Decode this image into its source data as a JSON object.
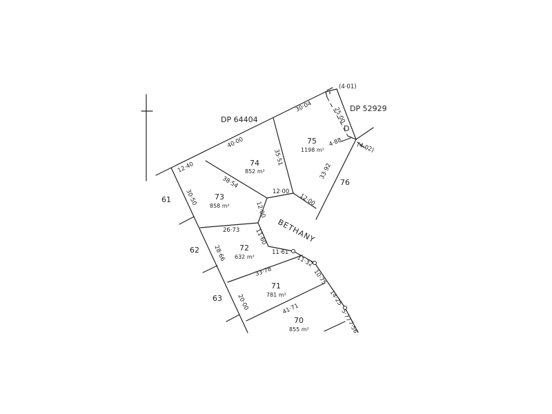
{
  "plans": {
    "north": "DP 64404",
    "east": "DP 52929"
  },
  "road": "BETHANY",
  "lots": [
    {
      "number": "75",
      "area": "1198 m²"
    },
    {
      "number": "74",
      "area": "852 m²"
    },
    {
      "number": "73",
      "area": "858 m²"
    },
    {
      "number": "72",
      "area": "632 m²"
    },
    {
      "number": "71",
      "area": "781 m²"
    },
    {
      "number": "70",
      "area": "855 m²"
    }
  ],
  "adjacent_lots": [
    "76",
    "61",
    "62",
    "63"
  ],
  "easement": "D",
  "dimensions": {
    "d30_04": "30·04",
    "d40_00": "40·00",
    "d12_40": "12·40",
    "d35_51": "35·51",
    "d25_00": "25·00",
    "d4_01": "(4·01)",
    "d4_88": "4·88",
    "d4_02": "(4·02)",
    "d33_92": "33·92",
    "d38_54": "38·54",
    "d12_00a": "12·00",
    "d12_00b": "12·00",
    "d12_00c": "12·00",
    "d30_50": "30·50",
    "d26_73": "26·73",
    "d11_60": "11·60",
    "d11_61": "11·61",
    "d28_66": "28·66",
    "d11_32": "11·32",
    "d10_75": "10·75",
    "d33_78": "33·78",
    "d20_00": "20·00",
    "d14_25": "14·25",
    "d41_71": "41·71",
    "d5_77": "5·77",
    "d7_56": "7·56"
  }
}
